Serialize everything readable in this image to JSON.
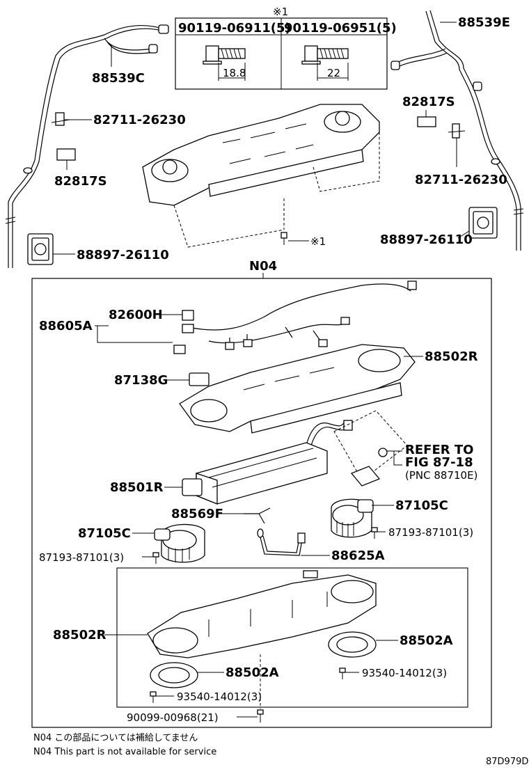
{
  "callouts": {
    "top_left_pipe": "88539C",
    "top_left_clamp": "82711-26230",
    "top_left_cushion": "82817S",
    "top_left_grommet": "88897-26110",
    "top_right_pipe": "88539E",
    "top_right_cushion": "82817S",
    "top_right_clamp": "82711-26230",
    "top_right_grommet": "88897-26110",
    "bolt_marker": "※1",
    "group": "N04",
    "harness": "88605A",
    "connector": "82600H",
    "upper_case": "88502R",
    "resistor": "87138G",
    "refer_line1": "REFER TO",
    "refer_line2": "FIG 87-18",
    "refer_line3": "(PNC 88710E)",
    "evaporator": "88501R",
    "clip": "88569F",
    "blower_right": "87105C",
    "screw_right": "87193-87101(3)",
    "blower_left": "87105C",
    "screw_left": "87193-87101(3)",
    "sensor": "88625A",
    "lower_case": "88502R",
    "plate_right": "88502A",
    "plate_left": "88502A",
    "screw_plate_right": "93540-14012(3)",
    "screw_plate_left": "93540-14012(3)",
    "case_screw": "90099-00968(21)"
  },
  "bolt_table": {
    "marker": "※1",
    "col1_part": "90119-06911(5)",
    "col1_length": "18.8",
    "col2_part": "90119-06951(5)",
    "col2_length": "22"
  },
  "notes": {
    "jp": "N04  この部品については補給してません",
    "en": "N04  This part is not available for service"
  },
  "diagram_id": "87D979D"
}
